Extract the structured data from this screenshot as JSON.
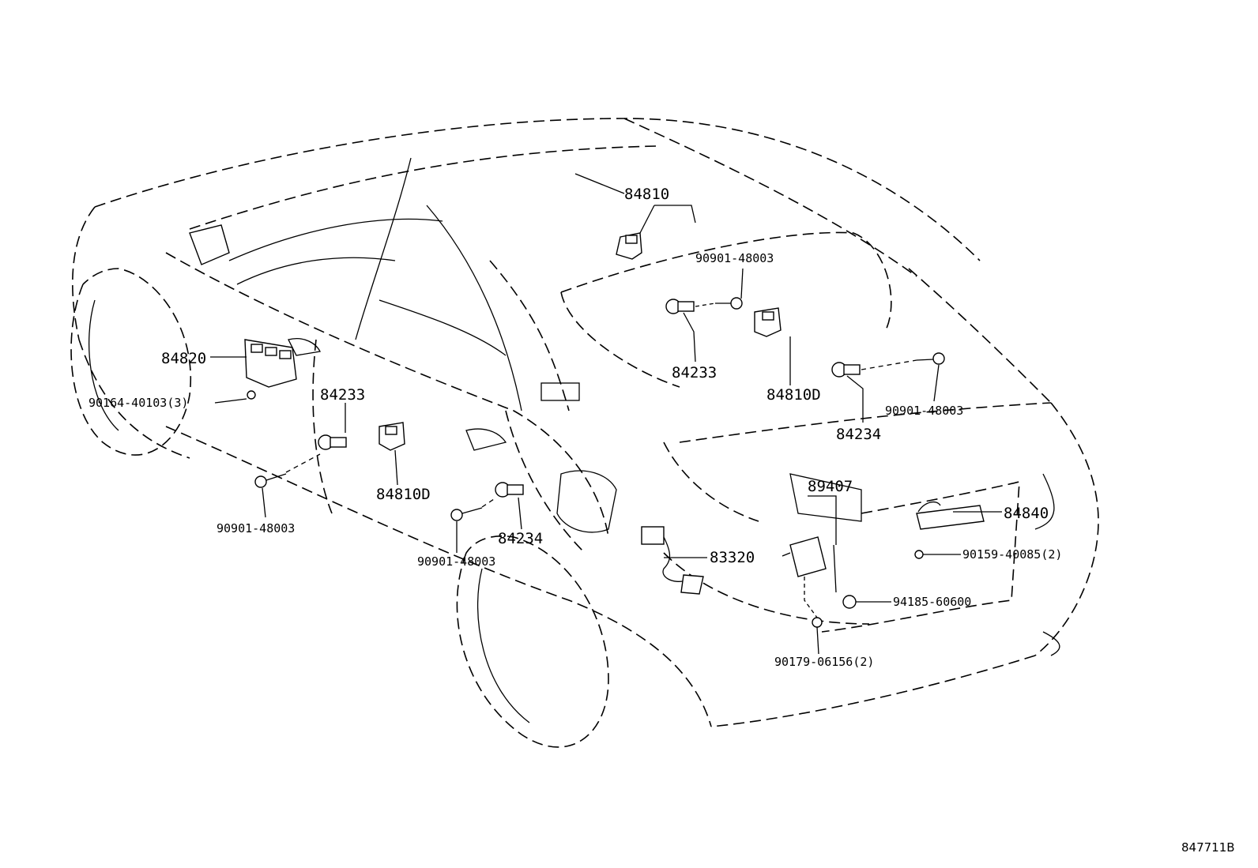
{
  "parts": [
    {
      "id": "p1",
      "label": "84810"
    },
    {
      "id": "p2",
      "label": "90901-48003"
    },
    {
      "id": "p3",
      "label": "84233"
    },
    {
      "id": "p4",
      "label": "84810D"
    },
    {
      "id": "p5",
      "label": "84234"
    },
    {
      "id": "p6",
      "label": "90901-48003"
    },
    {
      "id": "p7",
      "label": "84820"
    },
    {
      "id": "p8",
      "label": "90164-40103(3)"
    },
    {
      "id": "p9",
      "label": "84233"
    },
    {
      "id": "p10",
      "label": "90901-48003"
    },
    {
      "id": "p11",
      "label": "84810D"
    },
    {
      "id": "p12",
      "label": "84234"
    },
    {
      "id": "p13",
      "label": "90901-48003"
    },
    {
      "id": "p14",
      "label": "89407"
    },
    {
      "id": "p15",
      "label": "84840"
    },
    {
      "id": "p16",
      "label": "90159-40085(2)"
    },
    {
      "id": "p17",
      "label": "83320"
    },
    {
      "id": "p18",
      "label": "94185-60600"
    },
    {
      "id": "p19",
      "label": "90179-06156(2)"
    }
  ],
  "diagram_ref": "847711B"
}
